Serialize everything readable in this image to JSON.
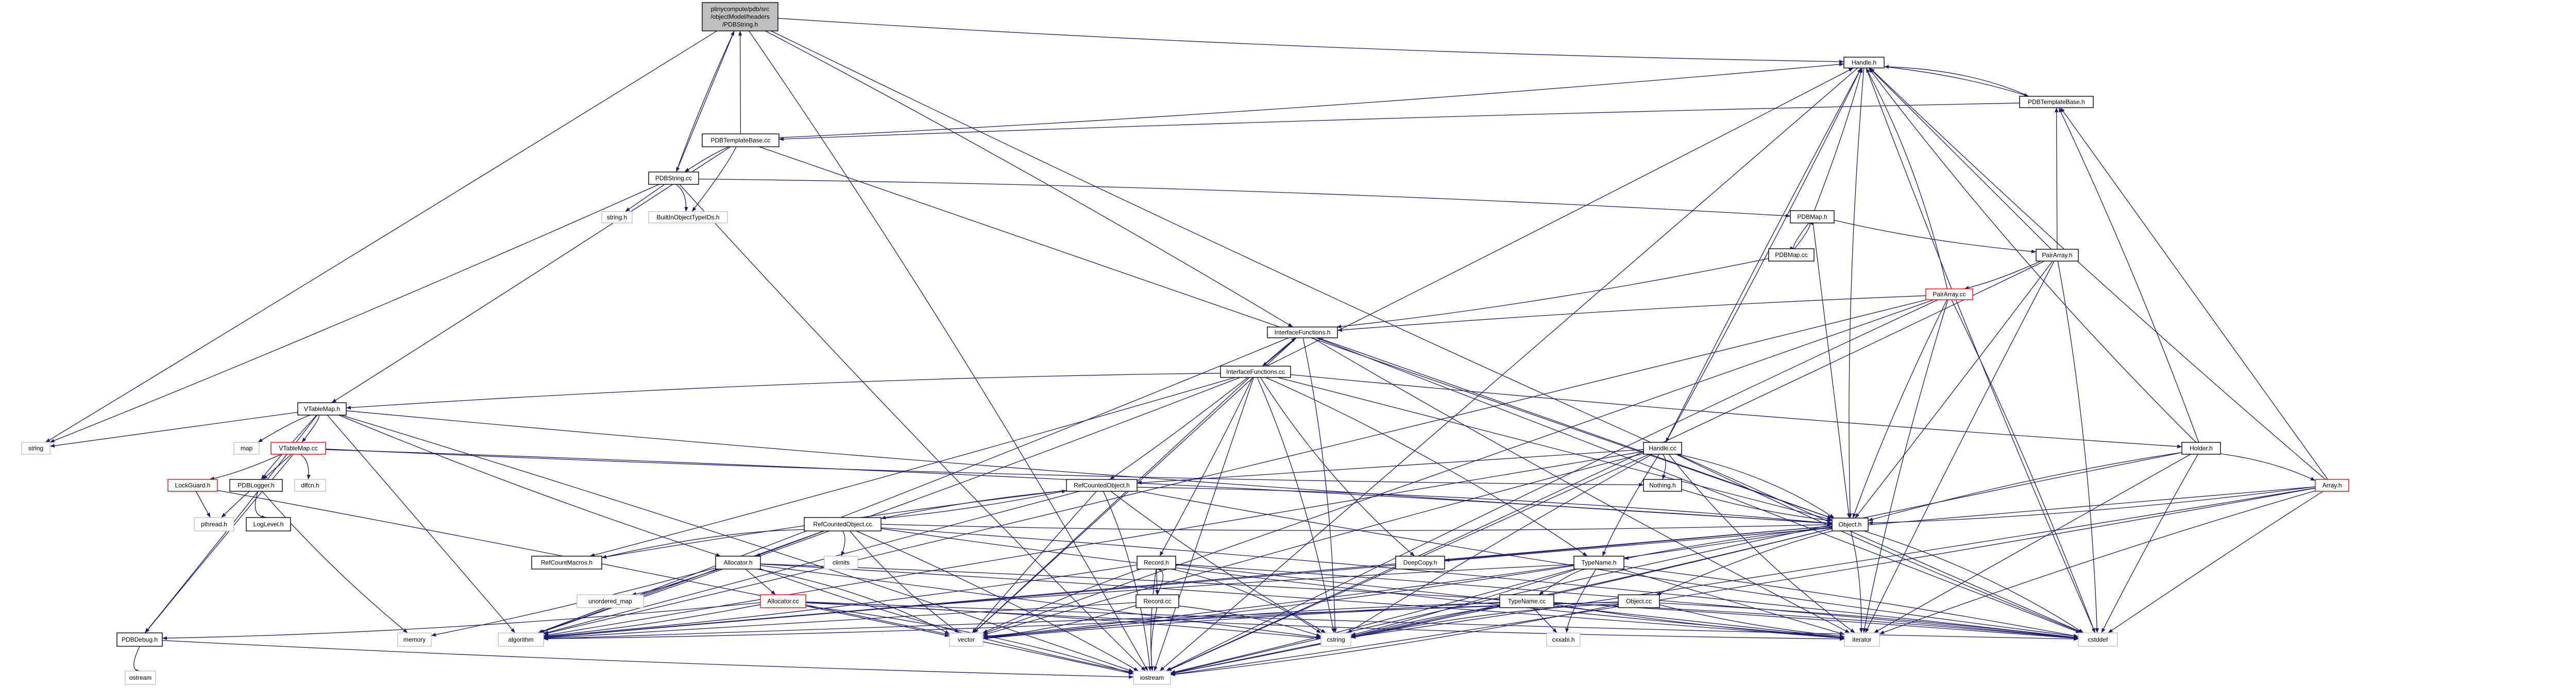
{
  "graph": {
    "title": "Include dependency graph",
    "colors": {
      "edge": "#191970",
      "documented_border": "#000000",
      "undocumented_border": "#bfbfbf",
      "truncated_border": "#ff0000",
      "root_fill": "#bfbfbf"
    },
    "nodes": [
      {
        "id": "root",
        "label": "plinycompute/pdb/src\n/objectModel/headers\n/PDBString.h",
        "kind": "root"
      },
      {
        "id": "handle_h",
        "label": "Handle.h",
        "kind": "doc"
      },
      {
        "id": "pdbtb_h",
        "label": "PDBTemplateBase.h",
        "kind": "doc"
      },
      {
        "id": "pdbtb_cc",
        "label": "PDBTemplateBase.cc",
        "kind": "doc"
      },
      {
        "id": "pdbstring_cc",
        "label": "PDBString.cc",
        "kind": "doc"
      },
      {
        "id": "string_h",
        "label": "string.h",
        "kind": "ext"
      },
      {
        "id": "builtin_h",
        "label": "BuiltInObjectTypeIDs.h",
        "kind": "ext"
      },
      {
        "id": "pdbmap_h",
        "label": "PDBMap.h",
        "kind": "doc"
      },
      {
        "id": "pdbmap_cc",
        "label": "PDBMap.cc",
        "kind": "doc"
      },
      {
        "id": "pairarray_h",
        "label": "PairArray.h",
        "kind": "doc"
      },
      {
        "id": "pairarray_cc",
        "label": "PairArray.cc",
        "kind": "red"
      },
      {
        "id": "iface_h",
        "label": "InterfaceFunctions.h",
        "kind": "doc"
      },
      {
        "id": "iface_cc",
        "label": "InterfaceFunctions.cc",
        "kind": "doc"
      },
      {
        "id": "vtable_h",
        "label": "VTableMap.h",
        "kind": "doc"
      },
      {
        "id": "string",
        "label": "string",
        "kind": "ext"
      },
      {
        "id": "map",
        "label": "map",
        "kind": "ext"
      },
      {
        "id": "vtable_cc",
        "label": "VTableMap.cc",
        "kind": "red"
      },
      {
        "id": "handle_cc",
        "label": "Handle.cc",
        "kind": "doc"
      },
      {
        "id": "holder_h",
        "label": "Holder.h",
        "kind": "doc"
      },
      {
        "id": "lockguard_h",
        "label": "LockGuard.h",
        "kind": "red"
      },
      {
        "id": "pdblogger_h",
        "label": "PDBLogger.h",
        "kind": "doc"
      },
      {
        "id": "dlfcn_h",
        "label": "dlfcn.h",
        "kind": "ext"
      },
      {
        "id": "rco_h",
        "label": "RefCountedObject.h",
        "kind": "doc"
      },
      {
        "id": "nothing_h",
        "label": "Nothing.h",
        "kind": "doc"
      },
      {
        "id": "array_h",
        "label": "Array.h",
        "kind": "red"
      },
      {
        "id": "pthread_h",
        "label": "pthread.h",
        "kind": "ext"
      },
      {
        "id": "loglevel_h",
        "label": "LogLevel.h",
        "kind": "doc"
      },
      {
        "id": "rco_cc",
        "label": "RefCountedObject.cc",
        "kind": "doc"
      },
      {
        "id": "object_h",
        "label": "Object.h",
        "kind": "doc"
      },
      {
        "id": "rcmacros_h",
        "label": "RefCountMacros.h",
        "kind": "doc"
      },
      {
        "id": "allocator_h",
        "label": "Allocator.h",
        "kind": "doc"
      },
      {
        "id": "climits",
        "label": "climits",
        "kind": "ext"
      },
      {
        "id": "record_h",
        "label": "Record.h",
        "kind": "doc"
      },
      {
        "id": "deepcopy_h",
        "label": "DeepCopy.h",
        "kind": "doc"
      },
      {
        "id": "typename_h",
        "label": "TypeName.h",
        "kind": "doc"
      },
      {
        "id": "unordered_map",
        "label": "unordered_map",
        "kind": "ext"
      },
      {
        "id": "allocator_cc",
        "label": "Allocator.cc",
        "kind": "red"
      },
      {
        "id": "record_cc",
        "label": "Record.cc",
        "kind": "doc"
      },
      {
        "id": "typename_cc",
        "label": "TypeName.cc",
        "kind": "doc"
      },
      {
        "id": "object_cc",
        "label": "Object.cc",
        "kind": "doc"
      },
      {
        "id": "pdbdebug_h",
        "label": "PDBDebug.h",
        "kind": "doc"
      },
      {
        "id": "memory",
        "label": "memory",
        "kind": "ext"
      },
      {
        "id": "algorithm",
        "label": "algorithm",
        "kind": "ext"
      },
      {
        "id": "vector",
        "label": "vector",
        "kind": "ext"
      },
      {
        "id": "cstring",
        "label": "cstring",
        "kind": "ext"
      },
      {
        "id": "cxxabi_h",
        "label": "cxxabi.h",
        "kind": "ext"
      },
      {
        "id": "iterator",
        "label": "iterator",
        "kind": "ext"
      },
      {
        "id": "cstddef",
        "label": "cstddef",
        "kind": "ext"
      },
      {
        "id": "ostream",
        "label": "ostream",
        "kind": "ext"
      },
      {
        "id": "iostream",
        "label": "iostream",
        "kind": "ext"
      }
    ],
    "edges": [
      [
        "root",
        "handle_h"
      ],
      [
        "root",
        "string"
      ],
      [
        "root",
        "pdbstring_cc"
      ],
      [
        "root",
        "iface_h"
      ],
      [
        "root",
        "iostream"
      ],
      [
        "root",
        "cstddef"
      ],
      [
        "pdbstring_cc",
        "root"
      ],
      [
        "pdbstring_cc",
        "string_h"
      ],
      [
        "pdbstring_cc",
        "builtin_h"
      ],
      [
        "pdbstring_cc",
        "pdbmap_h"
      ],
      [
        "pdbstring_cc",
        "string"
      ],
      [
        "pdbstring_cc",
        "iostream"
      ],
      [
        "pdbtb_cc",
        "root"
      ],
      [
        "pdbtb_cc",
        "pdbstring_cc"
      ],
      [
        "pdbtb_cc",
        "builtin_h"
      ],
      [
        "pdbtb_cc",
        "handle_h"
      ],
      [
        "pdbtb_cc",
        "vtable_h"
      ],
      [
        "pdbtb_cc",
        "object_h"
      ],
      [
        "handle_h",
        "pdbtb_h"
      ],
      [
        "handle_h",
        "handle_cc"
      ],
      [
        "handle_h",
        "object_h"
      ],
      [
        "handle_h",
        "cstddef"
      ],
      [
        "handle_h",
        "iostream"
      ],
      [
        "pdbtb_h",
        "pdbtb_cc"
      ],
      [
        "pdbtb_h",
        "handle_h"
      ],
      [
        "pdbmap_h",
        "pdbmap_cc"
      ],
      [
        "pdbmap_h",
        "pairarray_h"
      ],
      [
        "pdbmap_h",
        "object_h"
      ],
      [
        "pdbmap_h",
        "handle_h"
      ],
      [
        "pdbmap_cc",
        "pdbmap_h"
      ],
      [
        "pdbmap_cc",
        "iface_h"
      ],
      [
        "pairarray_h",
        "pairarray_cc"
      ],
      [
        "pairarray_h",
        "pdbtb_h"
      ],
      [
        "pairarray_h",
        "object_h"
      ],
      [
        "pairarray_h",
        "cstddef"
      ],
      [
        "pairarray_h",
        "iostream"
      ],
      [
        "pairarray_h",
        "iterator"
      ],
      [
        "pairarray_h",
        "handle_h"
      ],
      [
        "pairarray_cc",
        "iface_h"
      ],
      [
        "pairarray_cc",
        "handle_h"
      ],
      [
        "pairarray_cc",
        "object_h"
      ],
      [
        "pairarray_cc",
        "algorithm"
      ],
      [
        "pairarray_cc",
        "vector"
      ],
      [
        "pairarray_cc",
        "cstddef"
      ],
      [
        "pairarray_cc",
        "iostream"
      ],
      [
        "pairarray_cc",
        "iterator"
      ],
      [
        "iface_h",
        "iface_cc"
      ],
      [
        "iface_h",
        "object_h"
      ],
      [
        "iface_h",
        "vector"
      ],
      [
        "iface_h",
        "cstring"
      ],
      [
        "iface_h",
        "algorithm"
      ],
      [
        "iface_h",
        "iterator"
      ],
      [
        "iface_h",
        "cstddef"
      ],
      [
        "iface_cc",
        "iface_h"
      ],
      [
        "iface_cc",
        "vtable_h"
      ],
      [
        "iface_cc",
        "rco_h"
      ],
      [
        "iface_cc",
        "holder_h"
      ],
      [
        "iface_cc",
        "object_h"
      ],
      [
        "iface_cc",
        "record_h"
      ],
      [
        "iface_cc",
        "typename_h"
      ],
      [
        "iface_cc",
        "deepcopy_h"
      ],
      [
        "iface_cc",
        "rcmacros_h"
      ],
      [
        "iface_cc",
        "iostream"
      ],
      [
        "iface_cc",
        "vector"
      ],
      [
        "iface_cc",
        "cstring"
      ],
      [
        "iface_cc",
        "algorithm"
      ],
      [
        "iface_cc",
        "handle_h"
      ],
      [
        "vtable_h",
        "string"
      ],
      [
        "vtable_h",
        "map"
      ],
      [
        "vtable_h",
        "vtable_cc"
      ],
      [
        "vtable_h",
        "pdblogger_h"
      ],
      [
        "vtable_h",
        "allocator_h"
      ],
      [
        "vtable_h",
        "algorithm"
      ],
      [
        "vtable_h",
        "iostream"
      ],
      [
        "vtable_h",
        "pdbdebug_h"
      ],
      [
        "vtable_h",
        "object_h"
      ],
      [
        "vtable_cc",
        "lockguard_h"
      ],
      [
        "vtable_cc",
        "pdblogger_h"
      ],
      [
        "vtable_cc",
        "dlfcn_h"
      ],
      [
        "vtable_cc",
        "object_h"
      ],
      [
        "vtable_cc",
        "nothing_h"
      ],
      [
        "vtable_cc",
        "pdbdebug_h"
      ],
      [
        "lockguard_h",
        "pthread_h"
      ],
      [
        "lockguard_h",
        "iostream"
      ],
      [
        "pdblogger_h",
        "pthread_h"
      ],
      [
        "pdblogger_h",
        "loglevel_h"
      ],
      [
        "pdblogger_h",
        "memory"
      ],
      [
        "handle_cc",
        "rco_h"
      ],
      [
        "handle_cc",
        "nothing_h"
      ],
      [
        "handle_cc",
        "object_h"
      ],
      [
        "handle_cc",
        "typename_h"
      ],
      [
        "handle_cc",
        "handle_h"
      ],
      [
        "handle_cc",
        "iostream"
      ],
      [
        "handle_cc",
        "vector"
      ],
      [
        "handle_cc",
        "cstring"
      ],
      [
        "handle_cc",
        "iterator"
      ],
      [
        "handle_cc",
        "cstddef"
      ],
      [
        "handle_cc",
        "algorithm"
      ],
      [
        "holder_h",
        "array_h"
      ],
      [
        "holder_h",
        "object_h"
      ],
      [
        "holder_h",
        "handle_h"
      ],
      [
        "holder_h",
        "cstddef"
      ],
      [
        "holder_h",
        "iterator"
      ],
      [
        "holder_h",
        "pdbtb_h"
      ],
      [
        "holder_h",
        "iostream"
      ],
      [
        "array_h",
        "object_h"
      ],
      [
        "array_h",
        "handle_h"
      ],
      [
        "array_h",
        "pdbtb_h"
      ],
      [
        "array_h",
        "cstddef"
      ],
      [
        "array_h",
        "iterator"
      ],
      [
        "array_h",
        "iostream"
      ],
      [
        "array_h",
        "cstring"
      ],
      [
        "array_h",
        "algorithm"
      ],
      [
        "rco_h",
        "rco_cc"
      ],
      [
        "rco_h",
        "object_h"
      ],
      [
        "rco_h",
        "vector"
      ],
      [
        "rco_h",
        "cstring"
      ],
      [
        "rco_h",
        "algorithm"
      ],
      [
        "rco_h",
        "rcmacros_h"
      ],
      [
        "rco_h",
        "iostream"
      ],
      [
        "rco_h",
        "cstddef"
      ],
      [
        "rco_cc",
        "rco_h"
      ],
      [
        "rco_cc",
        "allocator_h"
      ],
      [
        "rco_cc",
        "climits"
      ],
      [
        "rco_cc",
        "rcmacros_h"
      ],
      [
        "rco_cc",
        "object_h"
      ],
      [
        "rco_cc",
        "vector"
      ],
      [
        "rco_cc",
        "algorithm"
      ],
      [
        "rco_cc",
        "iostream"
      ],
      [
        "rco_cc",
        "cstddef"
      ],
      [
        "rco_cc",
        "iterator"
      ],
      [
        "nothing_h",
        "object_h"
      ],
      [
        "object_h",
        "deepcopy_h"
      ],
      [
        "object_h",
        "typename_h"
      ],
      [
        "object_h",
        "object_cc"
      ],
      [
        "object_h",
        "vector"
      ],
      [
        "object_h",
        "cstring"
      ],
      [
        "object_h",
        "algorithm"
      ],
      [
        "object_h",
        "iterator"
      ],
      [
        "object_h",
        "cstddef"
      ],
      [
        "object_h",
        "iostream"
      ],
      [
        "allocator_h",
        "unordered_map"
      ],
      [
        "allocator_h",
        "allocator_cc"
      ],
      [
        "allocator_h",
        "algorithm"
      ],
      [
        "allocator_h",
        "vector"
      ],
      [
        "allocator_h",
        "iostream"
      ],
      [
        "allocator_h",
        "memory"
      ],
      [
        "allocator_h",
        "cstring"
      ],
      [
        "allocator_h",
        "iterator"
      ],
      [
        "allocator_h",
        "cstddef"
      ],
      [
        "allocator_cc",
        "pdbdebug_h"
      ],
      [
        "allocator_cc",
        "algorithm"
      ],
      [
        "allocator_cc",
        "vector"
      ],
      [
        "allocator_cc",
        "cstring"
      ],
      [
        "allocator_cc",
        "iostream"
      ],
      [
        "allocator_cc",
        "iterator"
      ],
      [
        "allocator_cc",
        "cstddef"
      ],
      [
        "record_h",
        "record_cc"
      ],
      [
        "record_h",
        "vector"
      ],
      [
        "record_h",
        "cstring"
      ],
      [
        "record_h",
        "algorithm"
      ],
      [
        "record_h",
        "iostream"
      ],
      [
        "record_h",
        "iterator"
      ],
      [
        "record_h",
        "cstddef"
      ],
      [
        "record_cc",
        "record_h"
      ],
      [
        "record_cc",
        "vector"
      ],
      [
        "record_cc",
        "iostream"
      ],
      [
        "record_cc",
        "algorithm"
      ],
      [
        "record_cc",
        "cstring"
      ],
      [
        "typename_h",
        "typename_cc"
      ],
      [
        "typename_h",
        "cxxabi_h"
      ],
      [
        "typename_h",
        "cstring"
      ],
      [
        "typename_h",
        "iterator"
      ],
      [
        "typename_h",
        "cstddef"
      ],
      [
        "typename_h",
        "algorithm"
      ],
      [
        "typename_h",
        "vector"
      ],
      [
        "typename_h",
        "iostream"
      ],
      [
        "typename_cc",
        "cxxabi_h"
      ],
      [
        "typename_cc",
        "cstring"
      ],
      [
        "typename_cc",
        "vector"
      ],
      [
        "typename_cc",
        "algorithm"
      ],
      [
        "typename_cc",
        "iterator"
      ],
      [
        "typename_cc",
        "iostream"
      ],
      [
        "typename_cc",
        "cstddef"
      ],
      [
        "object_cc",
        "cstring"
      ],
      [
        "object_cc",
        "iostream"
      ],
      [
        "object_cc",
        "iterator"
      ],
      [
        "object_cc",
        "algorithm"
      ],
      [
        "object_cc",
        "cstddef"
      ],
      [
        "object_cc",
        "vector"
      ],
      [
        "pdbdebug_h",
        "ostream"
      ],
      [
        "pdbdebug_h",
        "iostream"
      ]
    ]
  }
}
